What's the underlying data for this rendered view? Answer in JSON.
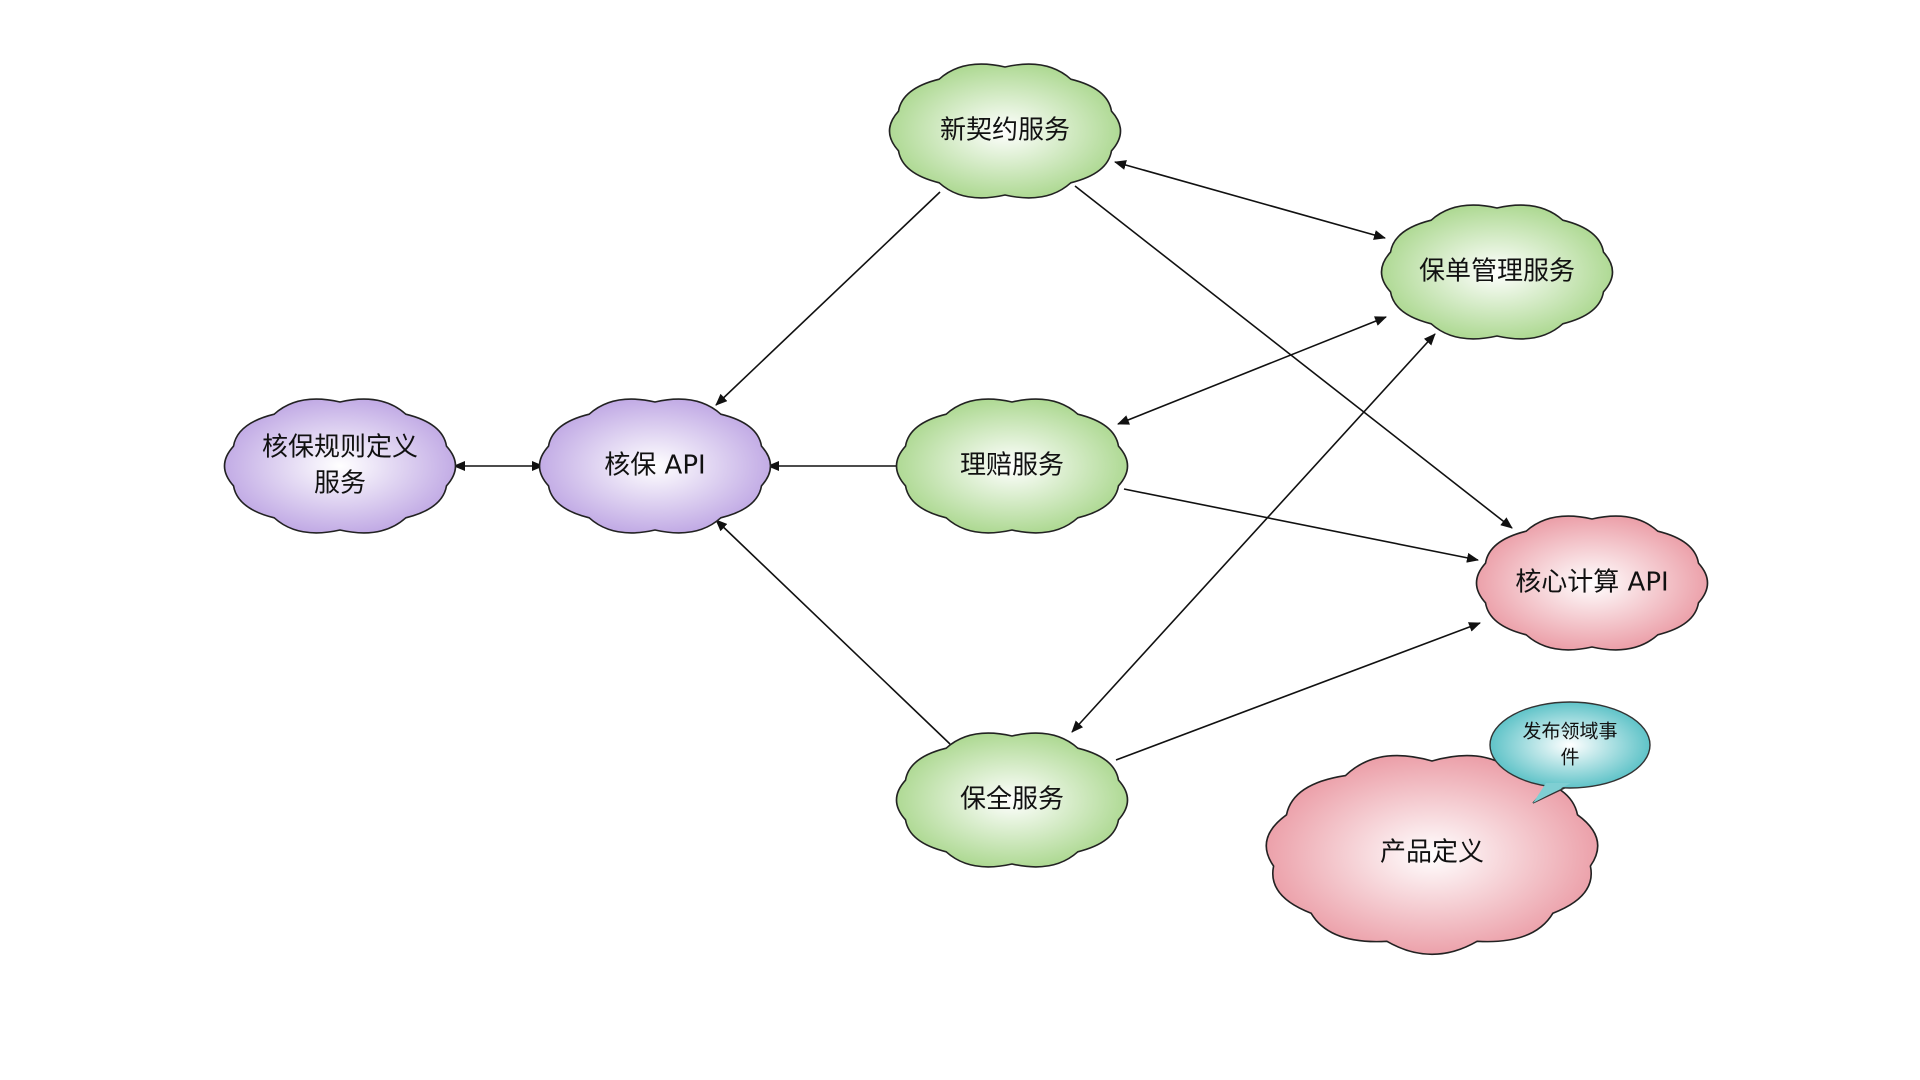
{
  "colors": {
    "purple": {
      "light": "#ffffff",
      "dark": "#b69be0"
    },
    "green": {
      "light": "#ffffff",
      "dark": "#9fd27f"
    },
    "pink": {
      "light": "#ffffff",
      "dark": "#e88e99"
    },
    "cyan": {
      "light": "#ffffff",
      "dark": "#3fb7bd"
    },
    "stroke": "#222222"
  },
  "nodes": [
    {
      "id": "rules",
      "lines": [
        "核保规则定义",
        "服务"
      ],
      "color": "purple"
    },
    {
      "id": "uwapi",
      "lines": [
        "核保 API"
      ],
      "color": "purple"
    },
    {
      "id": "newbiz",
      "lines": [
        "新契约服务"
      ],
      "color": "green"
    },
    {
      "id": "claims",
      "lines": [
        "理赔服务"
      ],
      "color": "green"
    },
    {
      "id": "service",
      "lines": [
        "保全服务"
      ],
      "color": "green"
    },
    {
      "id": "policy",
      "lines": [
        "保单管理服务"
      ],
      "color": "green"
    },
    {
      "id": "calc",
      "lines": [
        "核心计算 API"
      ],
      "color": "pink"
    },
    {
      "id": "product",
      "lines": [
        "产品定义"
      ],
      "color": "pink"
    }
  ],
  "callout": {
    "lines": [
      "发布领域事",
      "件"
    ],
    "color": "cyan",
    "attached_to": "product"
  },
  "edges": [
    {
      "from": "rules",
      "to": "uwapi",
      "bidirectional": true
    },
    {
      "from": "newbiz",
      "to": "uwapi",
      "bidirectional": false
    },
    {
      "from": "claims",
      "to": "uwapi",
      "bidirectional": false
    },
    {
      "from": "service",
      "to": "uwapi",
      "bidirectional": false
    },
    {
      "from": "newbiz",
      "to": "policy",
      "bidirectional": true
    },
    {
      "from": "newbiz",
      "to": "calc",
      "bidirectional": false
    },
    {
      "from": "claims",
      "to": "policy",
      "bidirectional": true
    },
    {
      "from": "claims",
      "to": "calc",
      "bidirectional": false
    },
    {
      "from": "service",
      "to": "policy",
      "bidirectional": true
    },
    {
      "from": "service",
      "to": "calc",
      "bidirectional": false
    }
  ]
}
